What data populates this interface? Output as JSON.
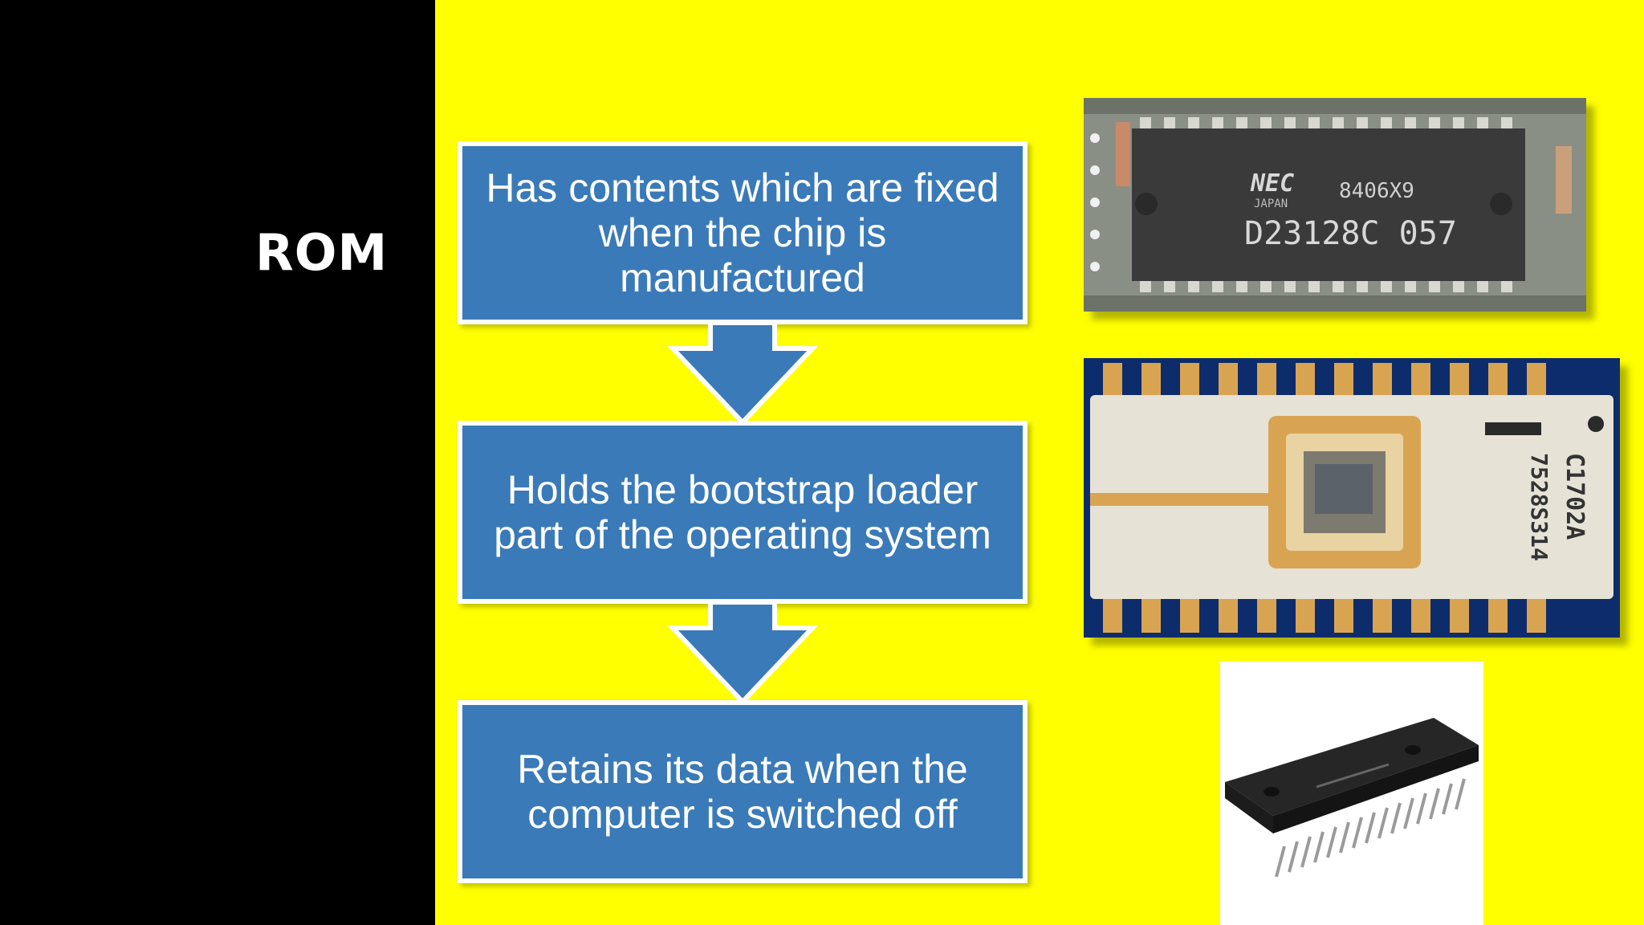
{
  "slide": {
    "title": "ROM",
    "colors": {
      "background": "#ffff00",
      "left_panel": "#000000",
      "box_fill": "#3a7ab8",
      "box_border": "#ffffff"
    }
  },
  "flow": {
    "steps": [
      {
        "text": "Has contents which are fixed when the chip is manufactured"
      },
      {
        "text": "Holds the bootstrap loader part of the operating system"
      },
      {
        "text": "Retains its data when the computer is switched off"
      }
    ]
  },
  "images": {
    "chip1": {
      "brand": "NEC",
      "country": "JAPAN",
      "code": "8406X9",
      "part": "D23128C 057"
    },
    "chip2": {
      "part": "C1702A",
      "code": "7528S314"
    },
    "chip3": {}
  }
}
